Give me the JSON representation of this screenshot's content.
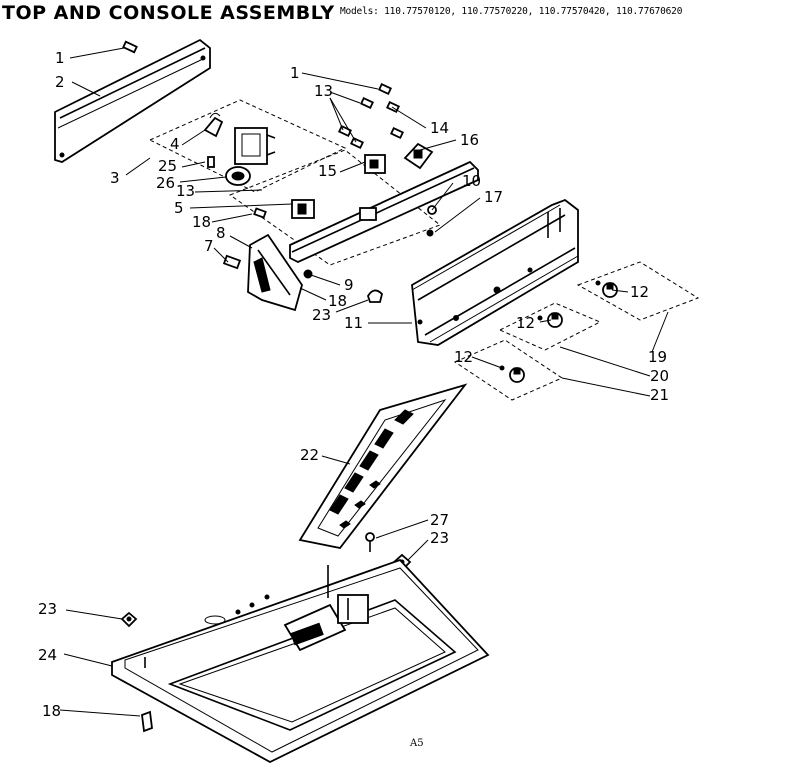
{
  "header": {
    "title": "TOP AND CONSOLE ASSEMBLY",
    "models_text": "Models: 110.77570120, 110.77570220, 110.77570420, 110.77670620"
  },
  "callouts": [
    {
      "id": "c1a",
      "label": "1"
    },
    {
      "id": "c2",
      "label": "2"
    },
    {
      "id": "c3",
      "label": "3"
    },
    {
      "id": "c4",
      "label": "4"
    },
    {
      "id": "c25",
      "label": "25"
    },
    {
      "id": "c26",
      "label": "26"
    },
    {
      "id": "c13a",
      "label": "13"
    },
    {
      "id": "c5",
      "label": "5"
    },
    {
      "id": "c18a",
      "label": "18"
    },
    {
      "id": "c8",
      "label": "8"
    },
    {
      "id": "c7",
      "label": "7"
    },
    {
      "id": "c1b",
      "label": "1"
    },
    {
      "id": "c13b",
      "label": "13"
    },
    {
      "id": "c14",
      "label": "14"
    },
    {
      "id": "c16",
      "label": "16"
    },
    {
      "id": "c15",
      "label": "15"
    },
    {
      "id": "c10",
      "label": "10"
    },
    {
      "id": "c17",
      "label": "17"
    },
    {
      "id": "c9",
      "label": "9"
    },
    {
      "id": "c18b",
      "label": "18"
    },
    {
      "id": "c23a",
      "label": "23"
    },
    {
      "id": "c11",
      "label": "11"
    },
    {
      "id": "c12a",
      "label": "12"
    },
    {
      "id": "c12b",
      "label": "12"
    },
    {
      "id": "c12c",
      "label": "12"
    },
    {
      "id": "c19",
      "label": "19"
    },
    {
      "id": "c20",
      "label": "20"
    },
    {
      "id": "c21",
      "label": "21"
    },
    {
      "id": "c22",
      "label": "22"
    },
    {
      "id": "c27",
      "label": "27"
    },
    {
      "id": "c23b",
      "label": "23"
    },
    {
      "id": "c23c",
      "label": "23"
    },
    {
      "id": "c24",
      "label": "24"
    },
    {
      "id": "c18c",
      "label": "18"
    }
  ],
  "footer": {
    "page_code": "A5"
  }
}
